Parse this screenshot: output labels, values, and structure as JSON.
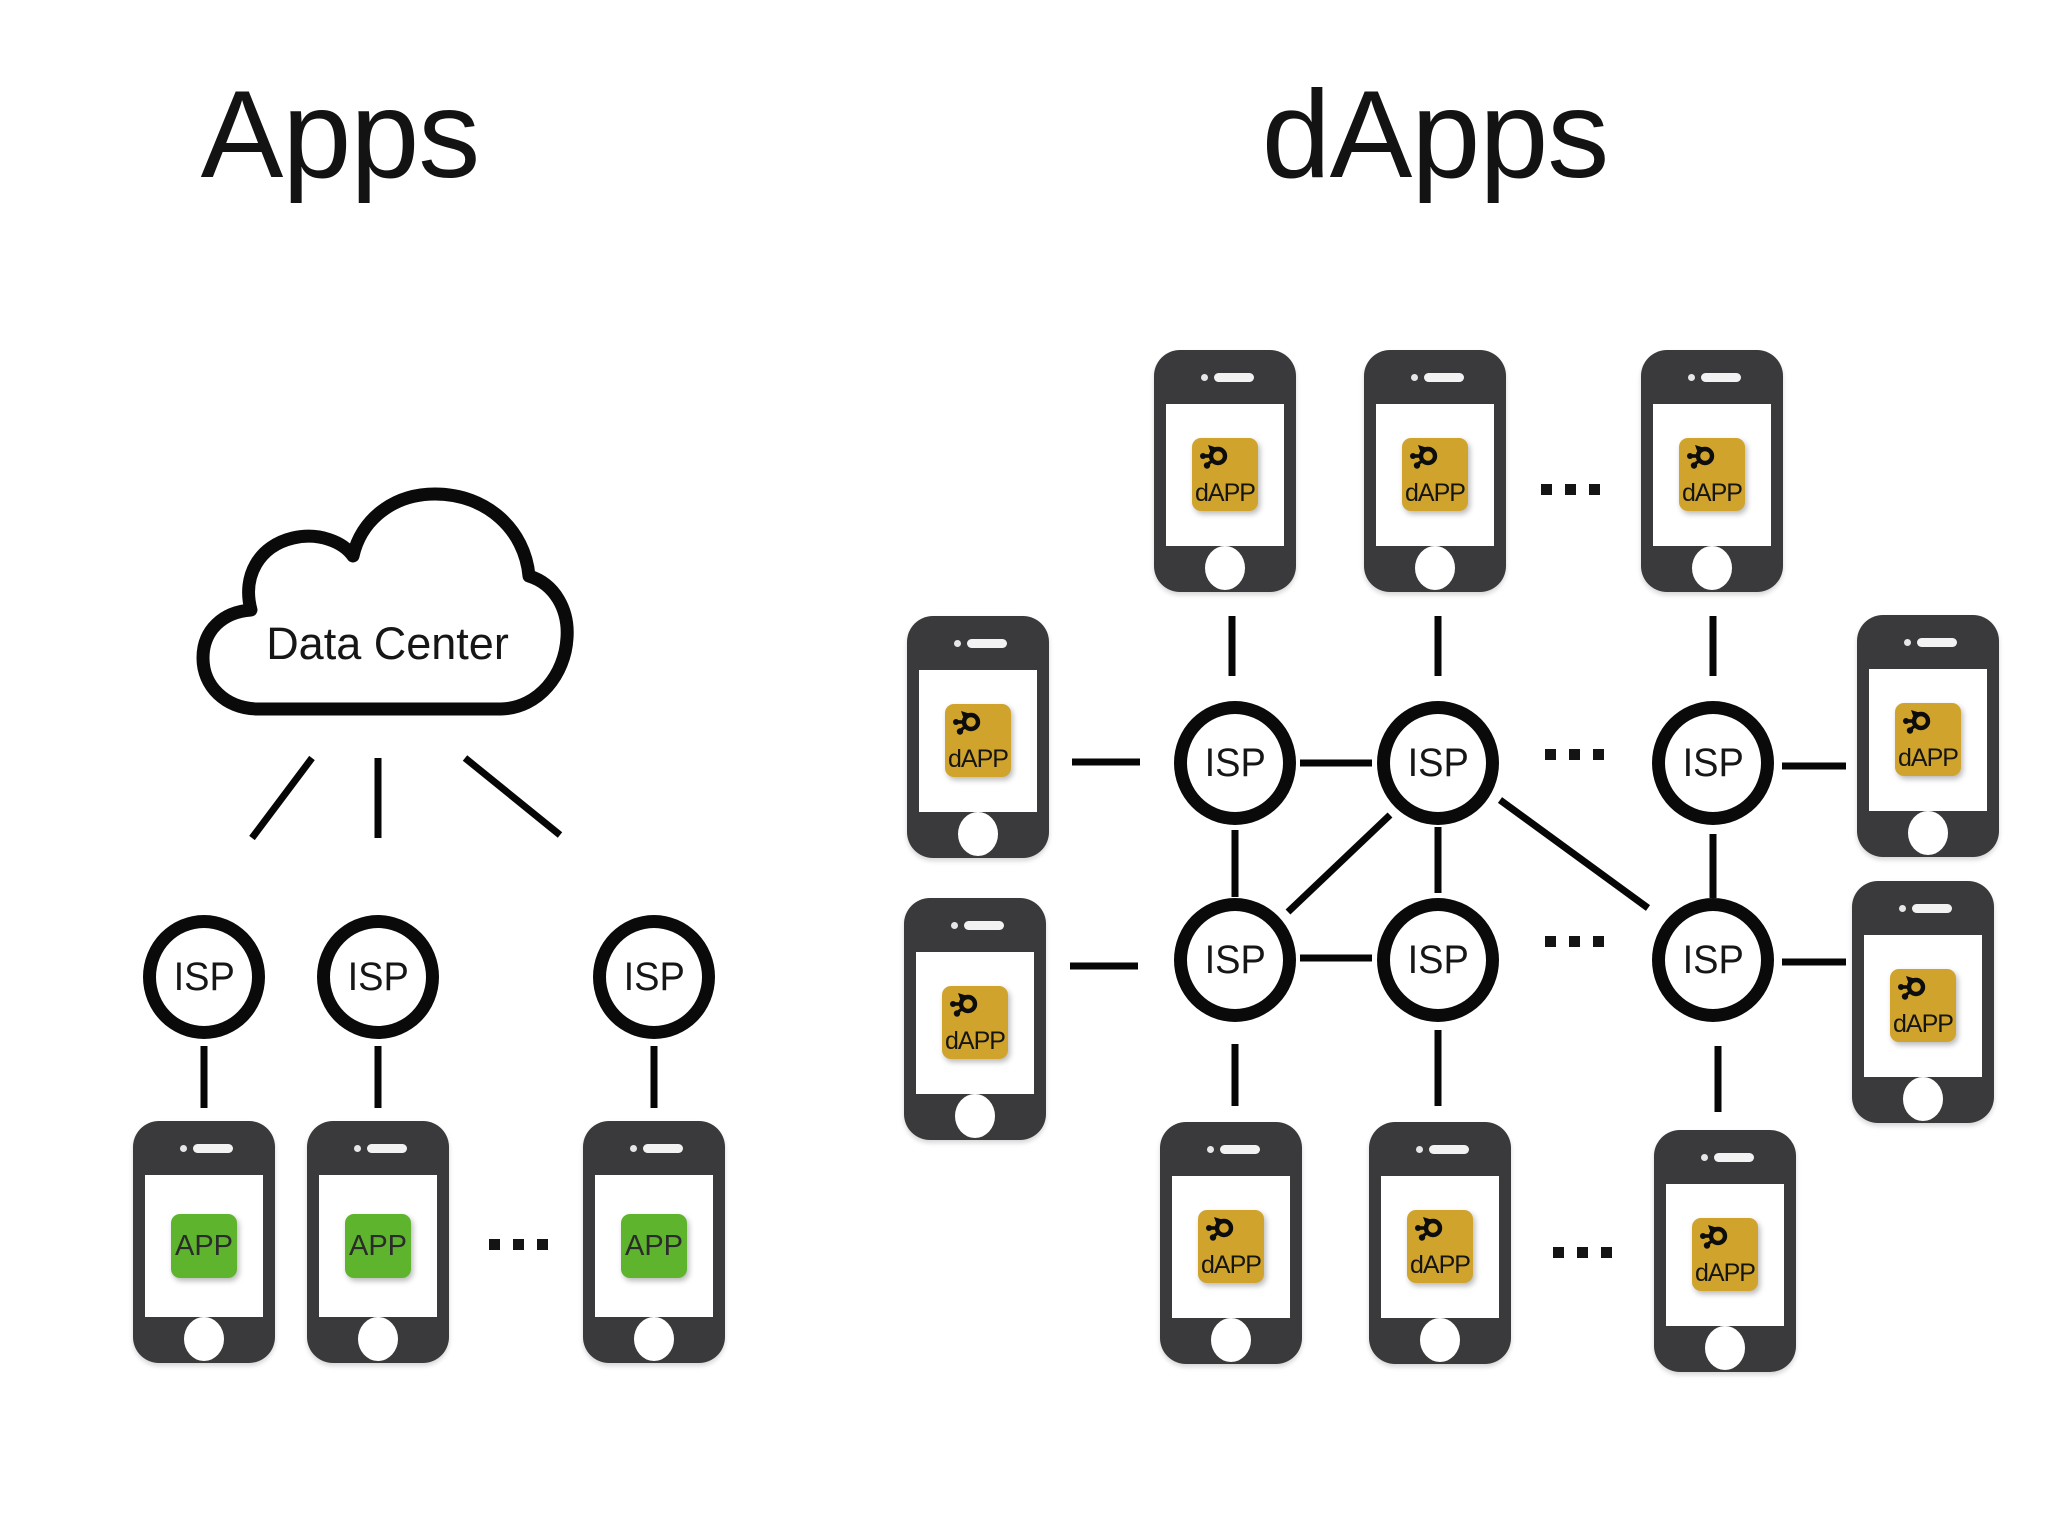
{
  "titles": {
    "left": "Apps",
    "right": "dApps"
  },
  "cloud_label": "Data Center",
  "labels": {
    "isp": "ISP",
    "ellipsis": "..."
  },
  "badges": {
    "app": "APP",
    "dapp": "dAPP"
  },
  "colors": {
    "background": "#ffffff",
    "app_badge_green": "#5FB42D",
    "dapp_badge_gold": "#D0A42C",
    "phone_body": "#3A3A3C",
    "stroke": "#0A0A0A",
    "text": "#131313"
  },
  "structure": {
    "left_diagram": {
      "title": "Apps",
      "cloud": "Data Center",
      "isp_nodes": 3,
      "phones": 3,
      "phone_badge": "APP",
      "ellipsis_groups": 1
    },
    "right_diagram": {
      "title": "dApps",
      "isp_nodes": 6,
      "phones": 10,
      "phone_badge": "dAPP",
      "ellipsis_groups": 4
    }
  }
}
